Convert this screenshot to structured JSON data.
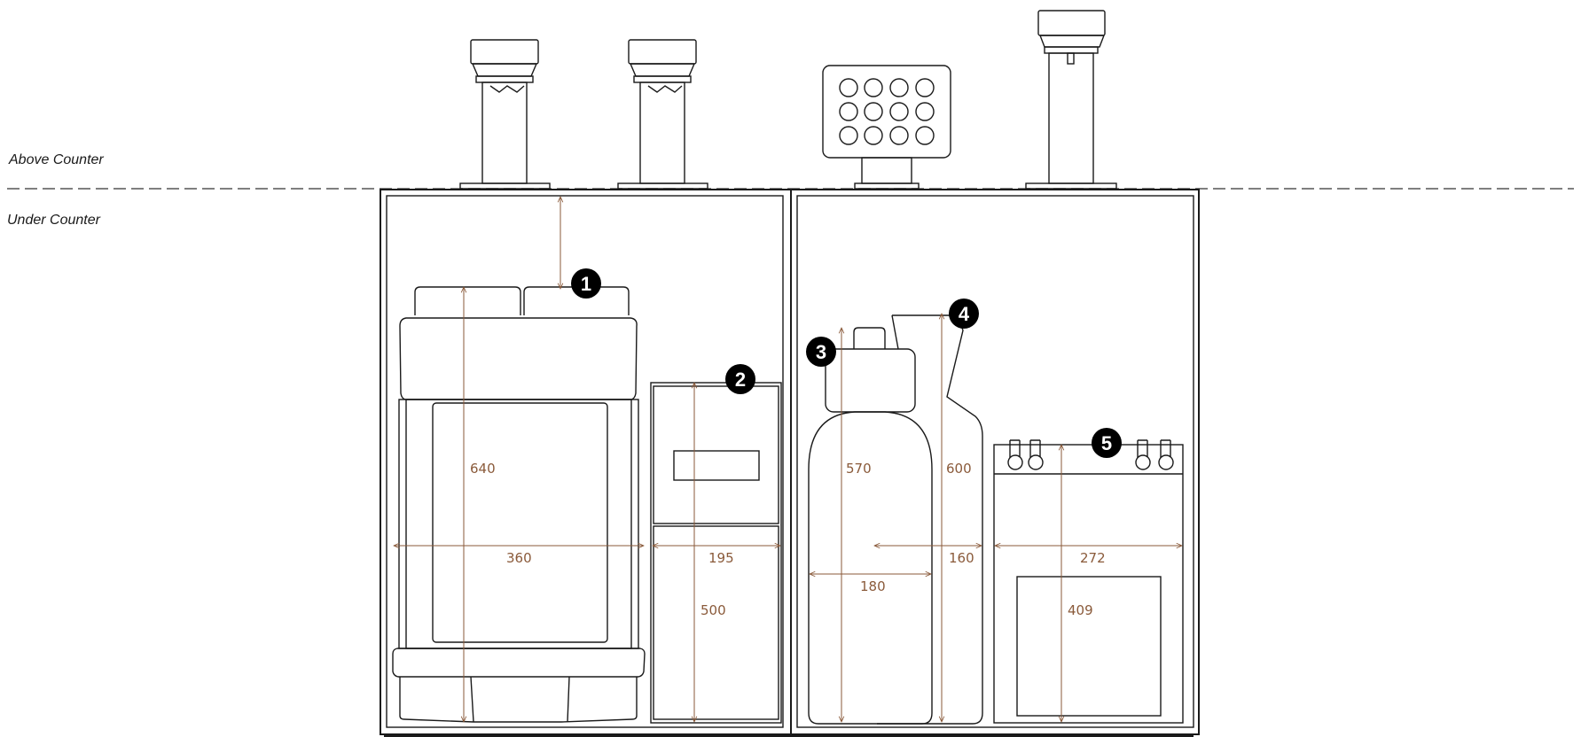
{
  "labels": {
    "above_counter": "Above Counter",
    "under_counter": "Under Counter"
  },
  "badges": [
    "1",
    "2",
    "3",
    "4",
    "5"
  ],
  "dimensions": {
    "coffee_height": "640",
    "coffee_width": "360",
    "module2_width": "195",
    "module2_height": "500",
    "bottle3_height": "570",
    "bottle3_width": "180",
    "bottle4_height": "600",
    "bottle4_width": "160",
    "unit5_width": "272",
    "unit5_height": "409"
  },
  "colors": {
    "line": "#1a1a1a",
    "dimension": "#8a5a3a",
    "badge": "#000000"
  }
}
